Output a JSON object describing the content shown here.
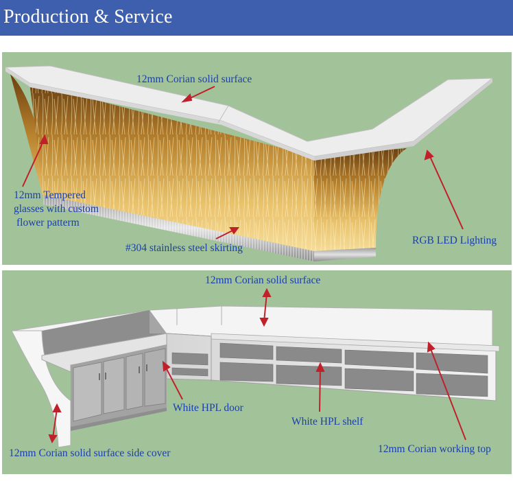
{
  "header": {
    "title": "Production & Service",
    "background": "#3d5fae",
    "text_color": "#ffffff"
  },
  "panel_top": {
    "background": "#a2c39a",
    "callouts": {
      "top_surface": "12mm Corian solid surface",
      "glass_line1": "12mm Tempered",
      "glass_line2": "glasses with custom",
      "glass_line3": "flower patterm",
      "skirting": "#304 stainless steel skirting",
      "lighting": "RGB LED Lighting"
    }
  },
  "panel_bottom": {
    "background": "#a2c39a",
    "callouts": {
      "top_surface": "12mm Corian solid surface",
      "door": "White HPL door",
      "shelf": "White HPL shelf",
      "side_cover": "12mm Corian solid surface side cover",
      "working_top": "12mm Corian working top"
    }
  },
  "colors": {
    "label_text": "#1a3fa6",
    "arrow": "#c0202a",
    "wheat_dark": "#7a4a14",
    "wheat_light": "#f3d98a",
    "corian_white": "#ececec"
  }
}
